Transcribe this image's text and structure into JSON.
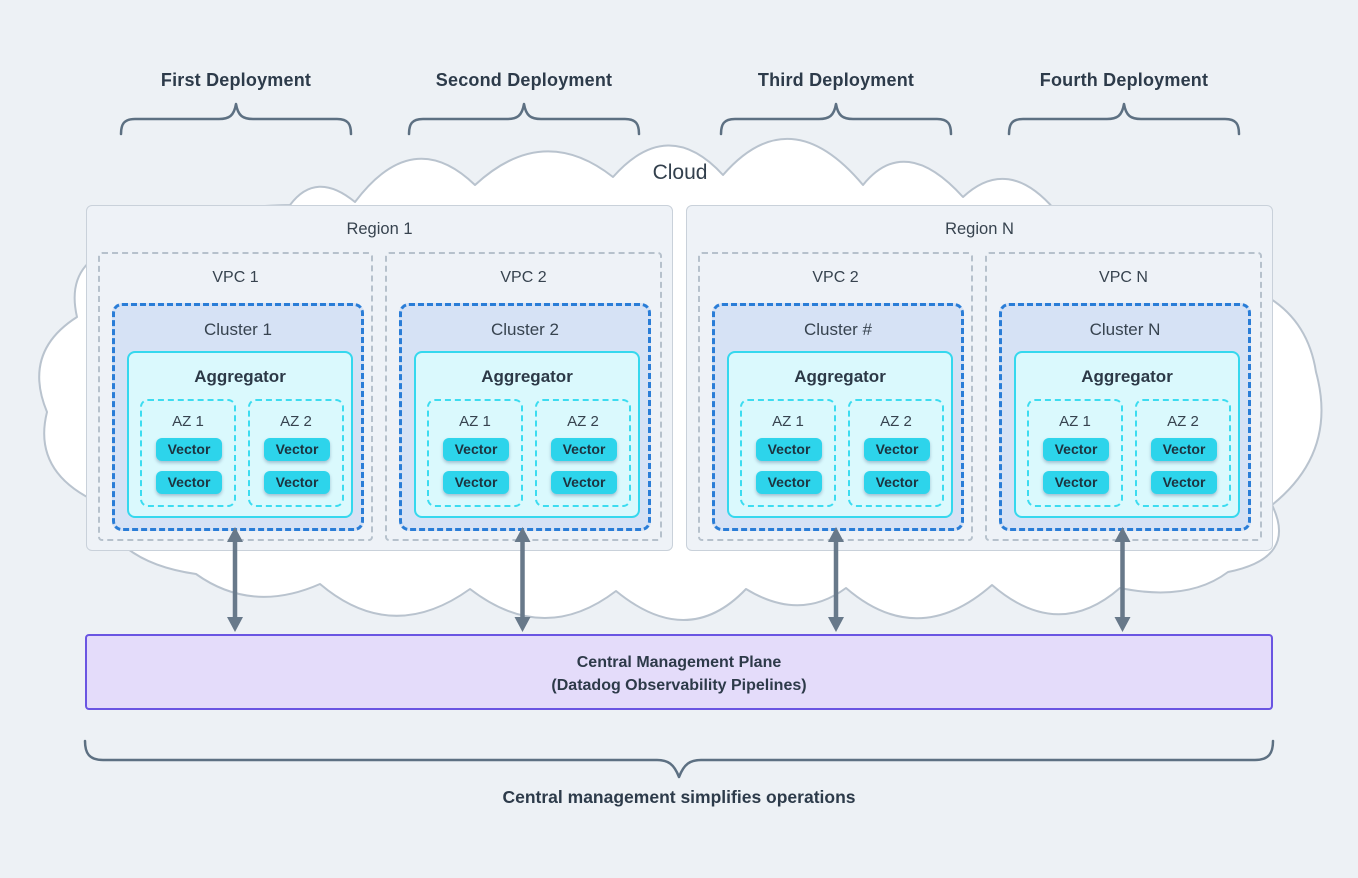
{
  "cloud": {
    "label": "Cloud"
  },
  "deployments": [
    {
      "label": "First Deployment"
    },
    {
      "label": "Second Deployment"
    },
    {
      "label": "Third Deployment"
    },
    {
      "label": "Fourth Deployment"
    }
  ],
  "regions": [
    {
      "label": "Region 1",
      "vpcs": [
        {
          "label": "VPC 1",
          "cluster": {
            "label": "Cluster 1",
            "aggregator": {
              "label": "Aggregator",
              "zones": [
                {
                  "label": "AZ 1",
                  "nodes": [
                    "Vector",
                    "Vector"
                  ]
                },
                {
                  "label": "AZ 2",
                  "nodes": [
                    "Vector",
                    "Vector"
                  ]
                }
              ]
            }
          }
        },
        {
          "label": "VPC 2",
          "cluster": {
            "label": "Cluster 2",
            "aggregator": {
              "label": "Aggregator",
              "zones": [
                {
                  "label": "AZ 1",
                  "nodes": [
                    "Vector",
                    "Vector"
                  ]
                },
                {
                  "label": "AZ 2",
                  "nodes": [
                    "Vector",
                    "Vector"
                  ]
                }
              ]
            }
          }
        }
      ]
    },
    {
      "label": "Region N",
      "vpcs": [
        {
          "label": "VPC 2",
          "cluster": {
            "label": "Cluster #",
            "aggregator": {
              "label": "Aggregator",
              "zones": [
                {
                  "label": "AZ 1",
                  "nodes": [
                    "Vector",
                    "Vector"
                  ]
                },
                {
                  "label": "AZ 2",
                  "nodes": [
                    "Vector",
                    "Vector"
                  ]
                }
              ]
            }
          }
        },
        {
          "label": "VPC N",
          "cluster": {
            "label": "Cluster N",
            "aggregator": {
              "label": "Aggregator",
              "zones": [
                {
                  "label": "AZ 1",
                  "nodes": [
                    "Vector",
                    "Vector"
                  ]
                },
                {
                  "label": "AZ 2",
                  "nodes": [
                    "Vector",
                    "Vector"
                  ]
                }
              ]
            }
          }
        }
      ]
    }
  ],
  "management_plane": {
    "line1": "Central Management Plane",
    "line2": "(Datadog Observability Pipelines)"
  },
  "caption": "Central management simplifies operations",
  "colors": {
    "background": "#edf1f5",
    "cloud_fill": "#ffffff",
    "cloud_stroke": "#b9c3ce",
    "region_border": "#c9d1da",
    "cluster_fill": "#d6e2f5",
    "cluster_border": "#2a7dd7",
    "aggregator_fill": "#daf9fd",
    "aggregator_border": "#35d8ee",
    "vector_fill": "#2dd4eb",
    "arrow": "#68798a",
    "brace": "#5d7082",
    "plane_fill": "#e4dcfa",
    "plane_border": "#6a55e2"
  }
}
